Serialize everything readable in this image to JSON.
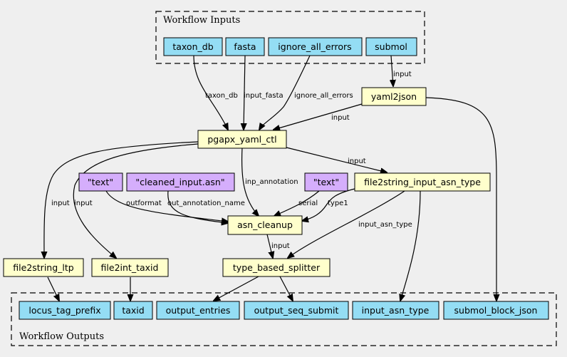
{
  "clusters": {
    "inputs_label": "Workflow Inputs",
    "outputs_label": "Workflow Outputs"
  },
  "colors": {
    "io": "#94ddf4",
    "step": "#ffffcc",
    "literal": "#d5aefc",
    "background": "#efefef"
  },
  "nodes": {
    "taxon_db": "taxon_db",
    "fasta": "fasta",
    "ignore_all_errors": "ignore_all_errors",
    "submol": "submol",
    "yaml2json": "yaml2json",
    "pgapx_yaml_ctl": "pgapx_yaml_ctl",
    "text1": "\"text\"",
    "cleaned_input": "\"cleaned_input.asn\"",
    "text2": "\"text\"",
    "file2string_input_asn_type": "file2string_input_asn_type",
    "asn_cleanup": "asn_cleanup",
    "file2string_ltp": "file2string_ltp",
    "file2int_taxid": "file2int_taxid",
    "type_based_splitter": "type_based_splitter",
    "locus_tag_prefix": "locus_tag_prefix",
    "taxid": "taxid",
    "output_entries": "output_entries",
    "output_seq_submit": "output_seq_submit",
    "input_asn_type": "input_asn_type",
    "submol_block_json": "submol_block_json"
  },
  "edges": {
    "taxon_db": "taxon_db",
    "input_fasta": "input_fasta",
    "ignore_all_errors": "ignore_all_errors",
    "submol_input": "input",
    "yaml_input": "input",
    "ctl_input": "input",
    "inp_annotation": "inp_annotation",
    "ltp_input": "input",
    "taxid_input": "input",
    "outformat": "outformat",
    "out_annotation_name": "out_annotation_name",
    "serial": "serial",
    "type1": "type1",
    "input_asn_type": "input_asn_type",
    "splitter_input": "input"
  }
}
